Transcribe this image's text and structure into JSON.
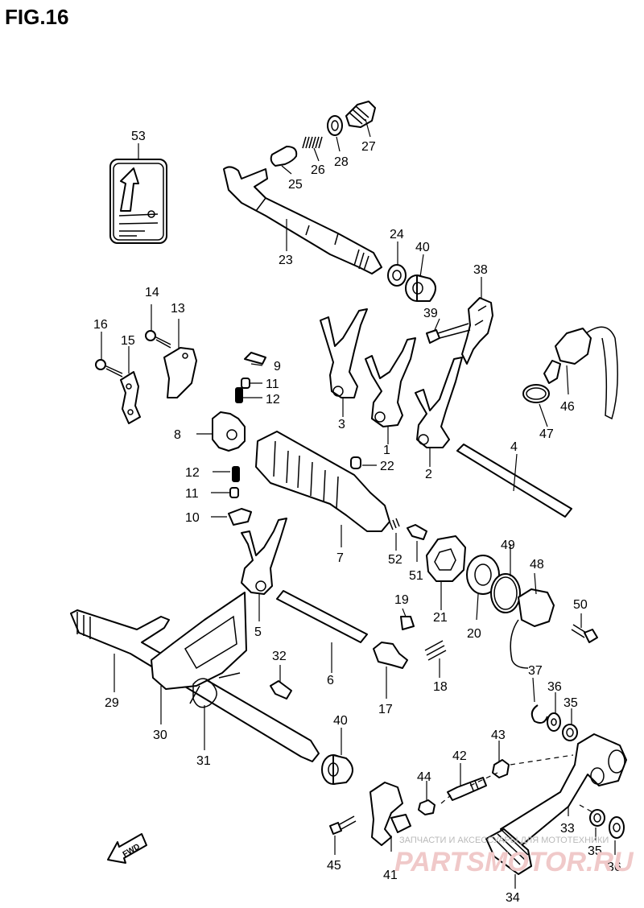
{
  "figure": {
    "title": "FIG.16"
  },
  "callouts": {
    "c1": "1",
    "c2": "2",
    "c3": "3",
    "c4": "4",
    "c5": "5",
    "c6": "6",
    "c7": "7",
    "c8": "8",
    "c9": "9",
    "c10": "10",
    "c11a": "11",
    "c11b": "11",
    "c12a": "12",
    "c12b": "12",
    "c13": "13",
    "c14": "14",
    "c15": "15",
    "c16": "16",
    "c17": "17",
    "c18": "18",
    "c19": "19",
    "c20": "20",
    "c21": "21",
    "c22": "22",
    "c23": "23",
    "c24": "24",
    "c25": "25",
    "c26": "26",
    "c27": "27",
    "c28": "28",
    "c29": "29",
    "c30": "30",
    "c31": "31",
    "c32": "32",
    "c33": "33",
    "c34": "34",
    "c35a": "35",
    "c35b": "35",
    "c36a": "36",
    "c36b": "36",
    "c37": "37",
    "c38": "38",
    "c39": "39",
    "c40a": "40",
    "c40b": "40",
    "c41": "41",
    "c42": "42",
    "c43": "43",
    "c44": "44",
    "c45": "45",
    "c46": "46",
    "c47": "47",
    "c48": "48",
    "c49": "49",
    "c50": "50",
    "c51": "51",
    "c52": "52",
    "c53": "53"
  },
  "fwd_arrow": {
    "label": "FWD"
  },
  "watermark": {
    "line1": "ЗАПЧАСТИ И АКСЕССУАРЫ ДЛЯ МОТОТЕХНИКИ",
    "line2": "PARTSMOTOR.RU"
  }
}
